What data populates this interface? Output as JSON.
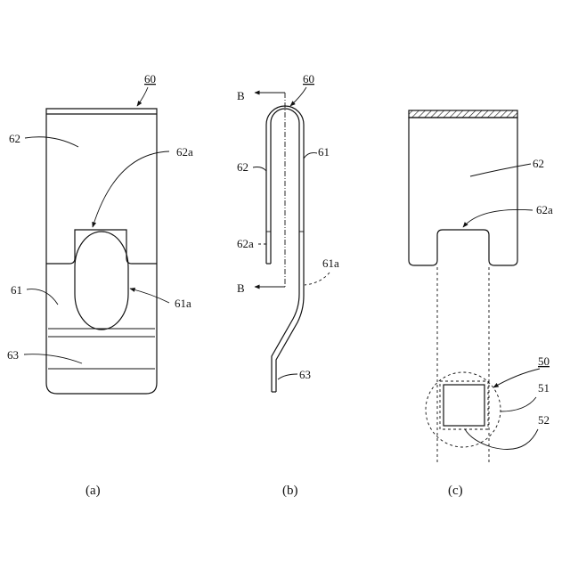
{
  "panels": [
    {
      "id": "a",
      "caption": "(a)",
      "labels": {
        "assembly": "60",
        "upper_part": "62",
        "upper_notch": "62a",
        "base": "61",
        "base_opening": "61a",
        "lower_part": "63"
      }
    },
    {
      "id": "b",
      "caption": "(b)",
      "labels": {
        "assembly": "60",
        "section_top": "B",
        "section_bottom": "B",
        "upper_part": "62",
        "upper_notch": "62a",
        "base": "61",
        "base_opening": "61a",
        "lower_part": "63"
      }
    },
    {
      "id": "c",
      "caption": "(c)",
      "labels": {
        "upper_part": "62",
        "upper_notch": "62a",
        "module": "50",
        "module_part_1": "51",
        "module_part_2": "52"
      }
    }
  ]
}
